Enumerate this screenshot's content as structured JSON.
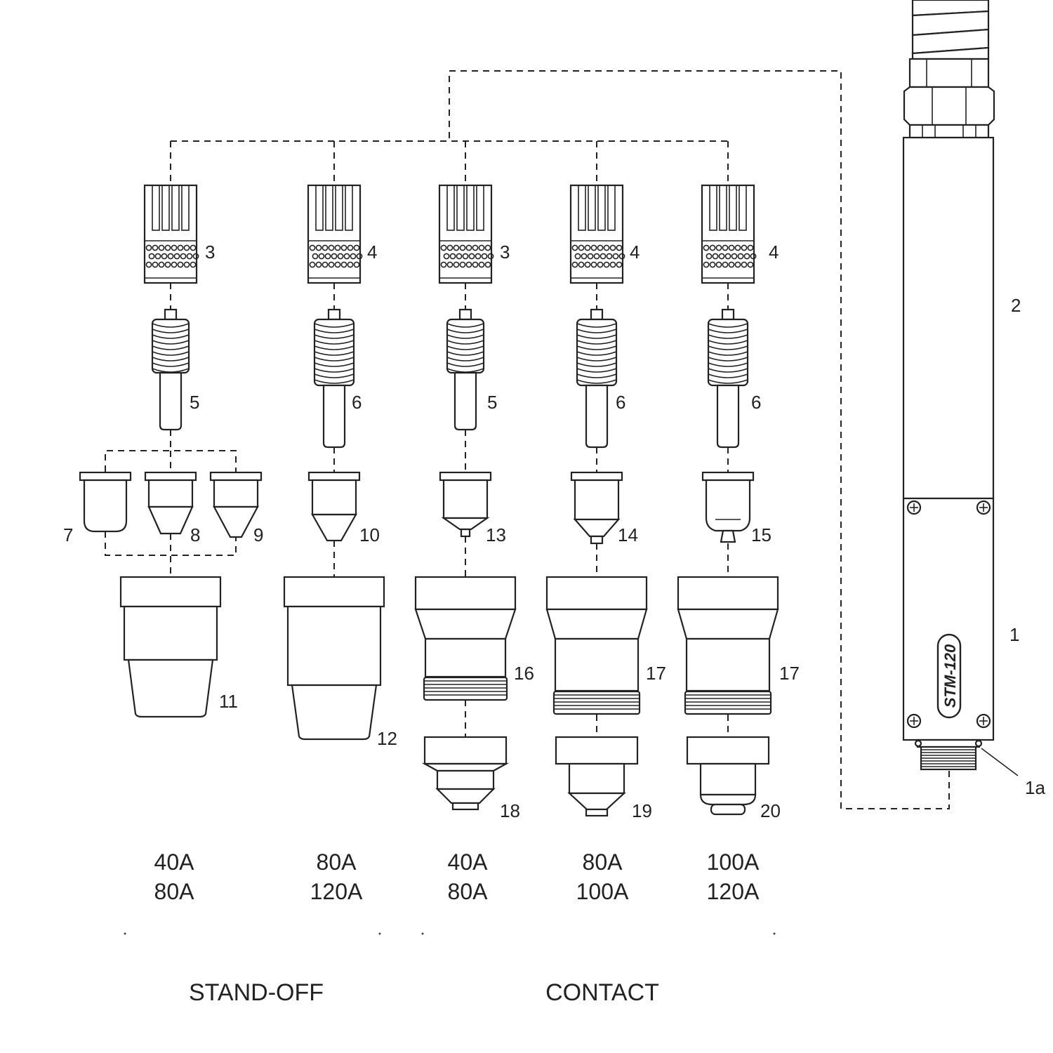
{
  "parts": {
    "p1": "1",
    "p1a": "1a",
    "p2": "2",
    "col1": {
      "cap": "3",
      "electrode": "5",
      "tips": [
        "7",
        "8",
        "9"
      ],
      "nozzle": "11"
    },
    "col2": {
      "cap": "4",
      "electrode": "6",
      "tip": "10",
      "nozzle": "12"
    },
    "col3": {
      "cap": "3",
      "electrode": "5",
      "tip": "13",
      "nozzle": "16",
      "shield": "18"
    },
    "col4": {
      "cap": "4",
      "electrode": "6",
      "tip": "14",
      "nozzle": "17",
      "shield": "19"
    },
    "col5": {
      "cap": "4",
      "electrode": "6",
      "tip": "15",
      "nozzle": "17",
      "shield": "20"
    }
  },
  "torch_label": "STM-120",
  "amps": [
    [
      "40A",
      "80A"
    ],
    [
      "80A",
      "120A"
    ],
    [
      "40A",
      "80A"
    ],
    [
      "80A",
      "100A"
    ],
    [
      "100A",
      "120A"
    ]
  ],
  "groups": {
    "standoff": "STAND-OFF",
    "contact": "CONTACT"
  }
}
